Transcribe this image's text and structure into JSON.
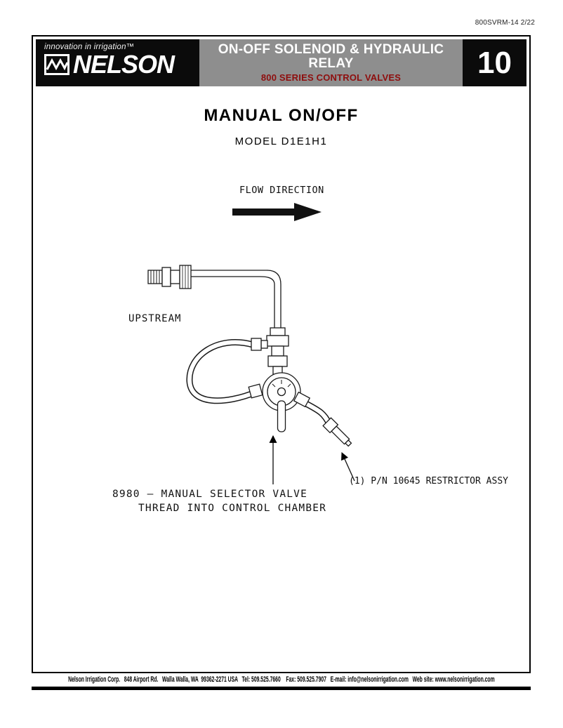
{
  "doc_code": "800SVRM-14 2/22",
  "colors": {
    "header_gray": "#8e8e8e",
    "header_black": "#0b0b0b",
    "subtitle_red": "#8e0e0e"
  },
  "header": {
    "tagline": "innovation in irrigation™",
    "brand": "NELSON",
    "title_line1": "ON-OFF SOLENOID & HYDRAULIC",
    "title_line2": "RELAY",
    "subtitle": "800 SERIES CONTROL VALVES",
    "page_number": "10"
  },
  "main": {
    "title": "MANUAL ON/OFF",
    "model": "MODEL D1E1H1",
    "flow_label": "FLOW DIRECTION",
    "upstream_label": "UPSTREAM",
    "restrictor_callout": "(1) P/N 10645 RESTRICTOR ASSY",
    "selector_callout_line1": "8980 – MANUAL SELECTOR VALVE",
    "selector_callout_line2": "THREAD INTO CONTROL CHAMBER"
  },
  "footer": {
    "text": "Nelson Irrigation Corp.   848 Airport Rd.   Walla Walla, WA  99362-2271 USA   Tel: 509.525.7660    Fax: 509.525.7907   E-mail: info@nelsonirrigation.com   Web site: www.nelsonirrigation.com"
  }
}
